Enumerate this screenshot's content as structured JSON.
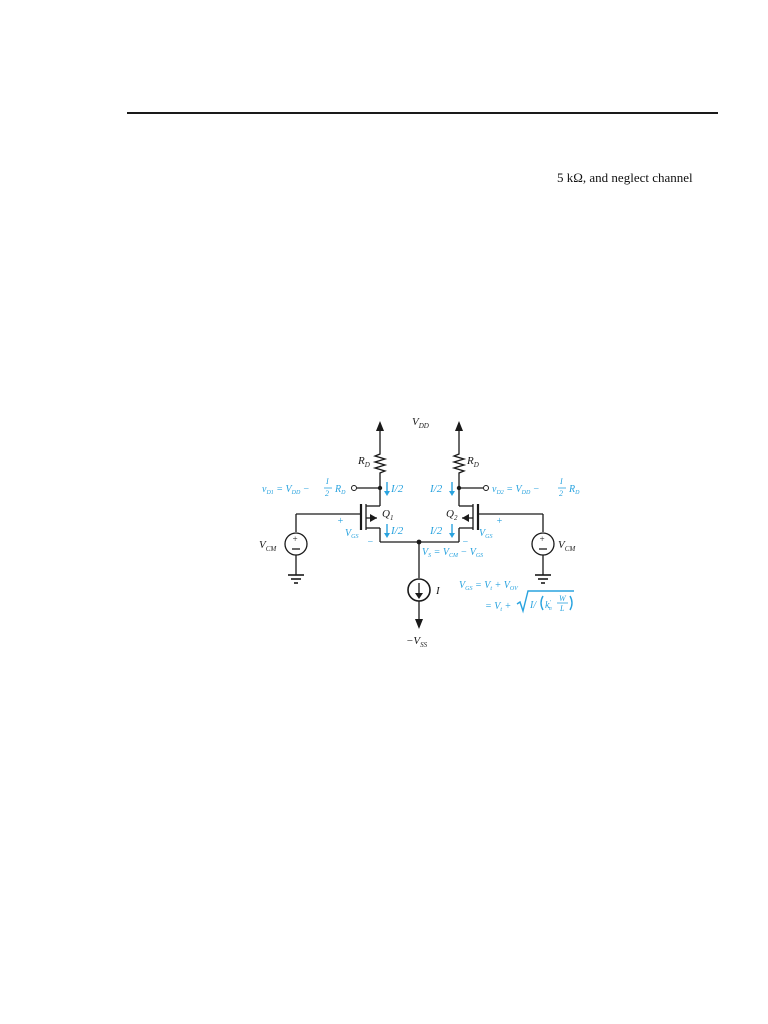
{
  "page": {
    "text_fragment": "5 kΩ, and neglect channel"
  },
  "circuit": {
    "vdd": {
      "main": "V",
      "sub": "DD"
    },
    "vss": {
      "main": "−V",
      "sub": "SS"
    },
    "rd_left": {
      "main": "R",
      "sub": "D"
    },
    "rd_right": {
      "main": "R",
      "sub": "D"
    },
    "q1": {
      "main": "Q",
      "sub": "1"
    },
    "q2": {
      "main": "Q",
      "sub": "2"
    },
    "vcm_left": {
      "main": "V",
      "sub": "CM"
    },
    "vcm_right": {
      "main": "V",
      "sub": "CM"
    },
    "i_source": "I",
    "i_half": "I/2",
    "vd1": {
      "a": "v",
      "a_sub": "D1",
      "b": " = V",
      "b_sub": "DD",
      "c": " − ",
      "frac_num": "I",
      "frac_den": "2",
      "d": "R",
      "d_sub": "D"
    },
    "vd2": {
      "a": "v",
      "a_sub": "D2",
      "b": " = V",
      "b_sub": "DD",
      "c": " − ",
      "frac_num": "I",
      "frac_den": "2",
      "d": "R",
      "d_sub": "D"
    },
    "vgs": {
      "main": "V",
      "sub": "GS"
    },
    "plus": "+",
    "minus": "−",
    "vs": {
      "a": "V",
      "a_sub": "S",
      "b": " = V",
      "b_sub": "CM",
      "c": " − V",
      "c_sub": "GS"
    },
    "eq1": {
      "a": "V",
      "a_sub": "GS",
      "b": " = V",
      "b_sub": "t",
      "c": " + V",
      "c_sub": "OV"
    },
    "eq2": {
      "a": "= V",
      "a_sub": "t",
      "b": " + ",
      "c": "I",
      "d": "/",
      "e": "k",
      "e_sup": "′",
      "e_sub": "n",
      "frac_num": "W",
      "frac_den": "L"
    }
  },
  "colors": {
    "annotation": "#29a3df",
    "ink": "#1a1a1a"
  }
}
